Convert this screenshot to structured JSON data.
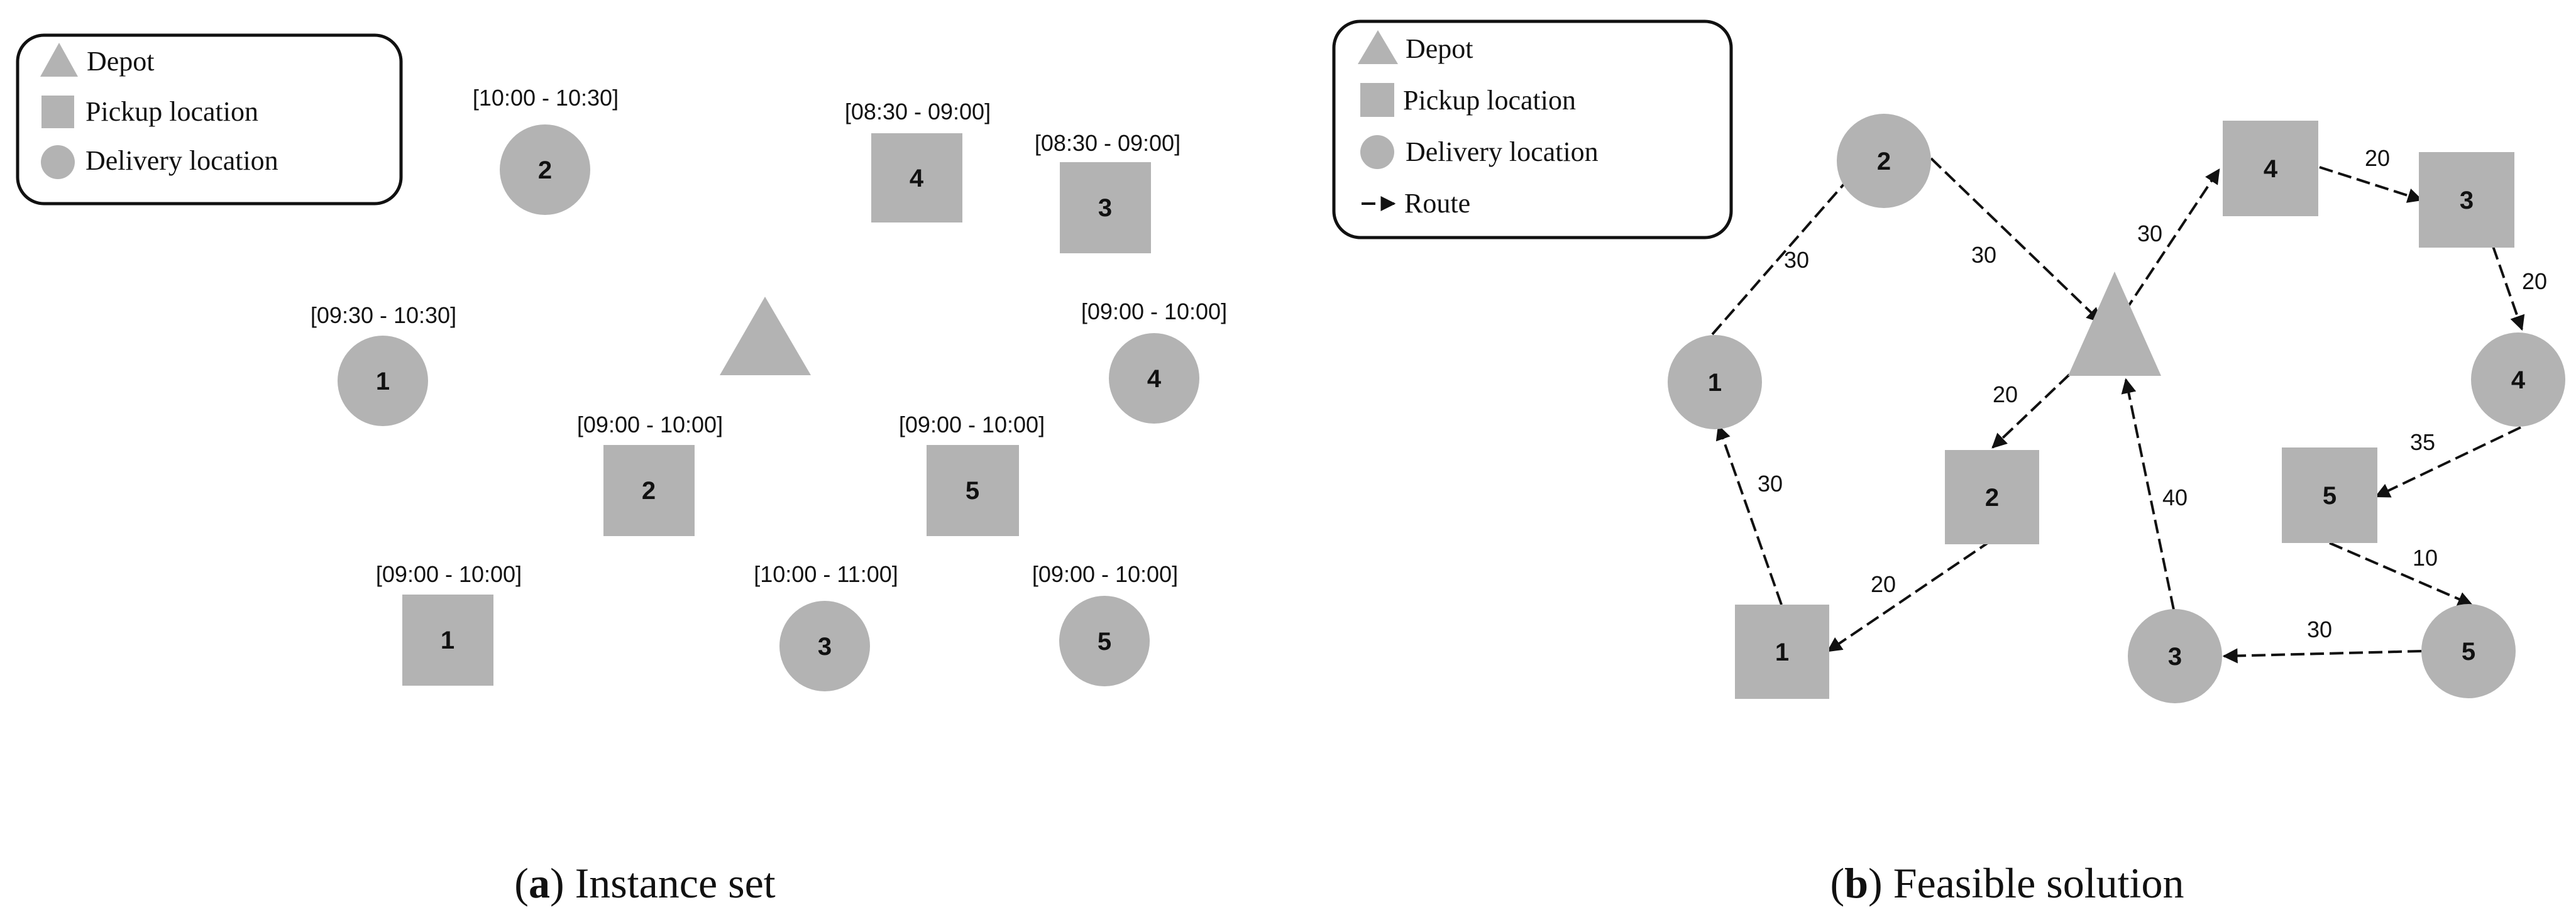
{
  "colors": {
    "node_fill": "#b3b3b3",
    "edge": "#111111",
    "legend_border": "#111111"
  },
  "legend_a": {
    "depot": "Depot",
    "pickup": "Pickup location",
    "delivery": "Delivery location"
  },
  "legend_b": {
    "depot": "Depot",
    "pickup": "Pickup location",
    "delivery": "Delivery location",
    "route": "Route"
  },
  "instance": {
    "nodes": [
      {
        "type": "delivery",
        "label": "2",
        "window": "[10:00 - 10:30]"
      },
      {
        "type": "pickup",
        "label": "4",
        "window": "[08:30 - 09:00]"
      },
      {
        "type": "pickup",
        "label": "3",
        "window": "[08:30 - 09:00]"
      },
      {
        "type": "delivery",
        "label": "1",
        "window": "[09:30 - 10:30]"
      },
      {
        "type": "delivery",
        "label": "4",
        "window": "[09:00 - 10:00]"
      },
      {
        "type": "pickup",
        "label": "2",
        "window": "[09:00 - 10:00]"
      },
      {
        "type": "pickup",
        "label": "5",
        "window": "[09:00 - 10:00]"
      },
      {
        "type": "pickup",
        "label": "1",
        "window": "[09:00 - 10:00]"
      },
      {
        "type": "delivery",
        "label": "3",
        "window": "[10:00 - 11:00]"
      },
      {
        "type": "delivery",
        "label": "5",
        "window": "[09:00 - 10:00]"
      }
    ]
  },
  "solution": {
    "nodes": [
      {
        "type": "delivery",
        "label": "2"
      },
      {
        "type": "delivery",
        "label": "1"
      },
      {
        "type": "pickup",
        "label": "2"
      },
      {
        "type": "pickup",
        "label": "1"
      },
      {
        "type": "delivery",
        "label": "3"
      },
      {
        "type": "pickup",
        "label": "4"
      },
      {
        "type": "pickup",
        "label": "3"
      },
      {
        "type": "delivery",
        "label": "4"
      },
      {
        "type": "pickup",
        "label": "5"
      },
      {
        "type": "delivery",
        "label": "5"
      }
    ],
    "edges": [
      {
        "from": "Depot",
        "to": "Pickup 2",
        "weight": "20"
      },
      {
        "from": "Pickup 2",
        "to": "Pickup 1",
        "weight": "20"
      },
      {
        "from": "Pickup 1",
        "to": "Delivery 1",
        "weight": "30"
      },
      {
        "from": "Delivery 1",
        "to": "Delivery 2",
        "weight": "30"
      },
      {
        "from": "Delivery 2",
        "to": "Depot",
        "weight": "30"
      },
      {
        "from": "Depot",
        "to": "Pickup 4",
        "weight": "30"
      },
      {
        "from": "Pickup 4",
        "to": "Pickup 3",
        "weight": "20"
      },
      {
        "from": "Pickup 3",
        "to": "Delivery 4",
        "weight": "20"
      },
      {
        "from": "Delivery 4",
        "to": "Pickup 5",
        "weight": "35"
      },
      {
        "from": "Pickup 5",
        "to": "Delivery 5",
        "weight": "10"
      },
      {
        "from": "Delivery 5",
        "to": "Delivery 3",
        "weight": "30"
      },
      {
        "from": "Delivery 3",
        "to": "Depot",
        "weight": "40"
      }
    ]
  },
  "captions": {
    "a_letter": "a",
    "a_text": " Instance set",
    "b_letter": "b",
    "b_text": " Feasible solution"
  }
}
